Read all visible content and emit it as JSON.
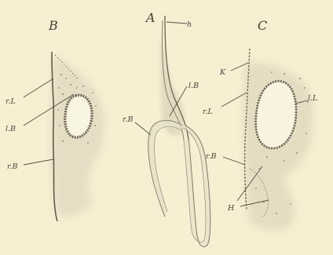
{
  "figure": {
    "panel_labels": {
      "a": "A",
      "b": "B",
      "c": "C"
    },
    "labels": {
      "rb_a": "r.B",
      "lb_a": "l.B",
      "h_a": "h",
      "rl_b": "r.L",
      "lb_b": "l.B",
      "rb_b": "r.B",
      "k_c": "K",
      "rl_c": "r.L",
      "ll_c": "l.L",
      "rb_c": "r.B",
      "h_c": "H"
    },
    "colors": {
      "background": "#f6efd2",
      "ink": "#5a4f45",
      "tissue_shade": "#e3dcc2"
    }
  }
}
